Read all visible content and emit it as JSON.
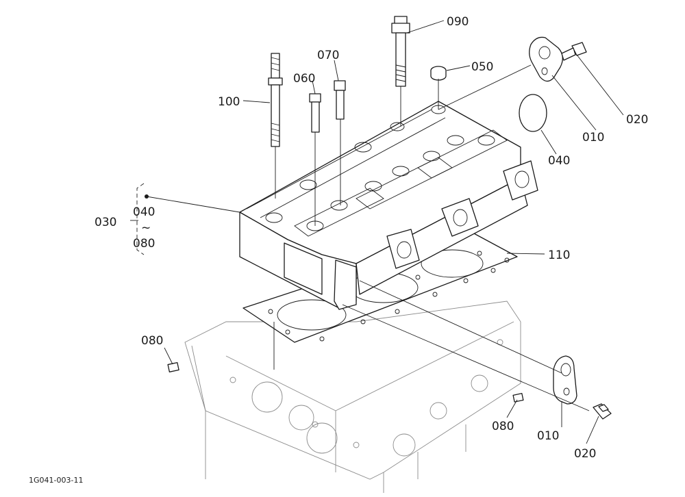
{
  "callouts": {
    "c090": "090",
    "c070": "070",
    "c060": "060",
    "c050": "050",
    "c100": "100",
    "c010_top": "010",
    "c020_top": "020",
    "c040_plug": "040",
    "c030": "030",
    "c030_from": "040",
    "c030_tilde": "~",
    "c030_to": "080",
    "c110": "110",
    "c080_left": "080",
    "c080_right": "080",
    "c010_bottom": "010",
    "c020_bottom": "020"
  },
  "figure_id": "1G041-003-11"
}
